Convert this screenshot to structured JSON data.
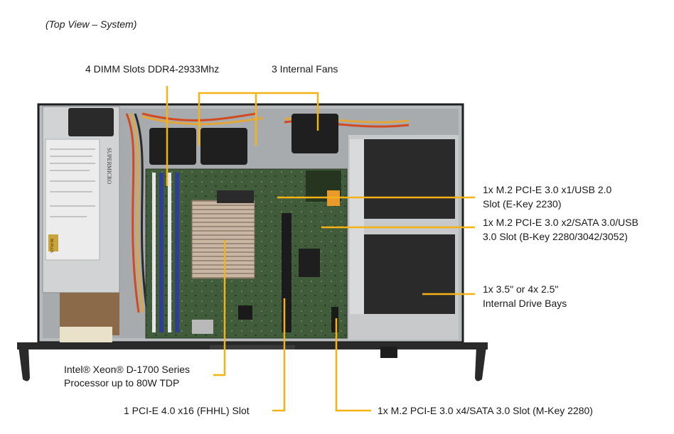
{
  "caption": "(Top View – System)",
  "labels": {
    "dimm": "4 DIMM Slots DDR4-2933Mhz",
    "fans": "3 Internal  Fans",
    "m2_ekey_line1": "1x M.2 PCI-E  3.0 x1/USB 2.0",
    "m2_ekey_line2": "Slot (E-Key 2230)",
    "m2_bkey_line1": "1x M.2 PCI-E  3.0 x2/SATA 3.0/USB",
    "m2_bkey_line2": "3.0 Slot (B-Key 2280/3042/3052)",
    "drive_line1": "1x 3.5\" or 4x 2.5\"",
    "drive_line2": "Internal  Drive Bays",
    "cpu_line1": "Intel® Xeon® D-1700 Series",
    "cpu_line2": "Processor up to 80W TDP",
    "pcie": "1 PCI-E 4.0 x16 (FHHL) Slot",
    "m2_mkey": "1x M.2 PCI-E  3.0 x4/SATA 3.0 Slot (M-Key 2280)"
  },
  "psu_brand": "SUPERMICRO",
  "psu_badge": "80 PLUS",
  "colors": {
    "callout": "#f5b216",
    "board": "#3f5a3a",
    "dimm": "#2f3f8f",
    "chassis": "#2a2a2a"
  }
}
